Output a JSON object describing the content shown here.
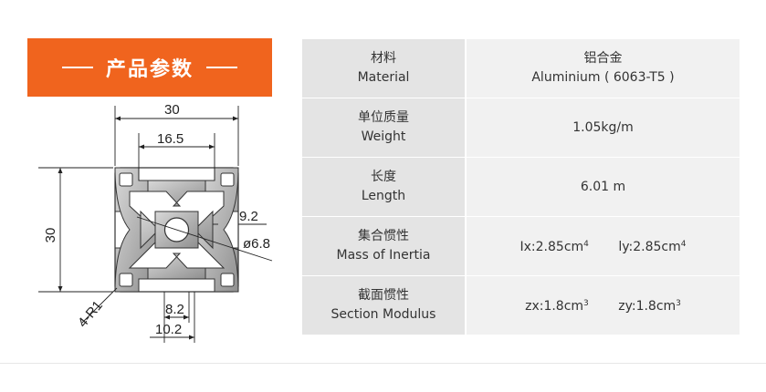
{
  "banner": {
    "title": "产品参数"
  },
  "drawing": {
    "dim_width": "30",
    "dim_slot": "16.5",
    "dim_height": "30",
    "dim_inner": "9.2",
    "dim_hole": "ø6.8",
    "dim_bottom_inner": "8.2",
    "dim_bottom_outer": "10.2",
    "dim_radius": "4-R1"
  },
  "specs": {
    "rows": [
      {
        "label_cn": "材料",
        "label_en": "Material",
        "value_cn": "铝合金",
        "value_en": "Aluminium ( 6063-T5 )"
      },
      {
        "label_cn": "单位质量",
        "label_en": "Weight",
        "value": "1.05kg/m"
      },
      {
        "label_cn": "长度",
        "label_en": "Length",
        "value": "6.01 m"
      },
      {
        "label_cn": "集合惯性",
        "label_en": "Mass of Inertia",
        "value_a": "Ix:2.85cm",
        "value_a_sup": "4",
        "value_b": "ly:2.85cm",
        "value_b_sup": "4"
      },
      {
        "label_cn": "截面惯性",
        "label_en": "Section Modulus",
        "value_a": "zx:1.8cm",
        "value_a_sup": "3",
        "value_b": "zy:1.8cm",
        "value_b_sup": "3"
      }
    ]
  }
}
